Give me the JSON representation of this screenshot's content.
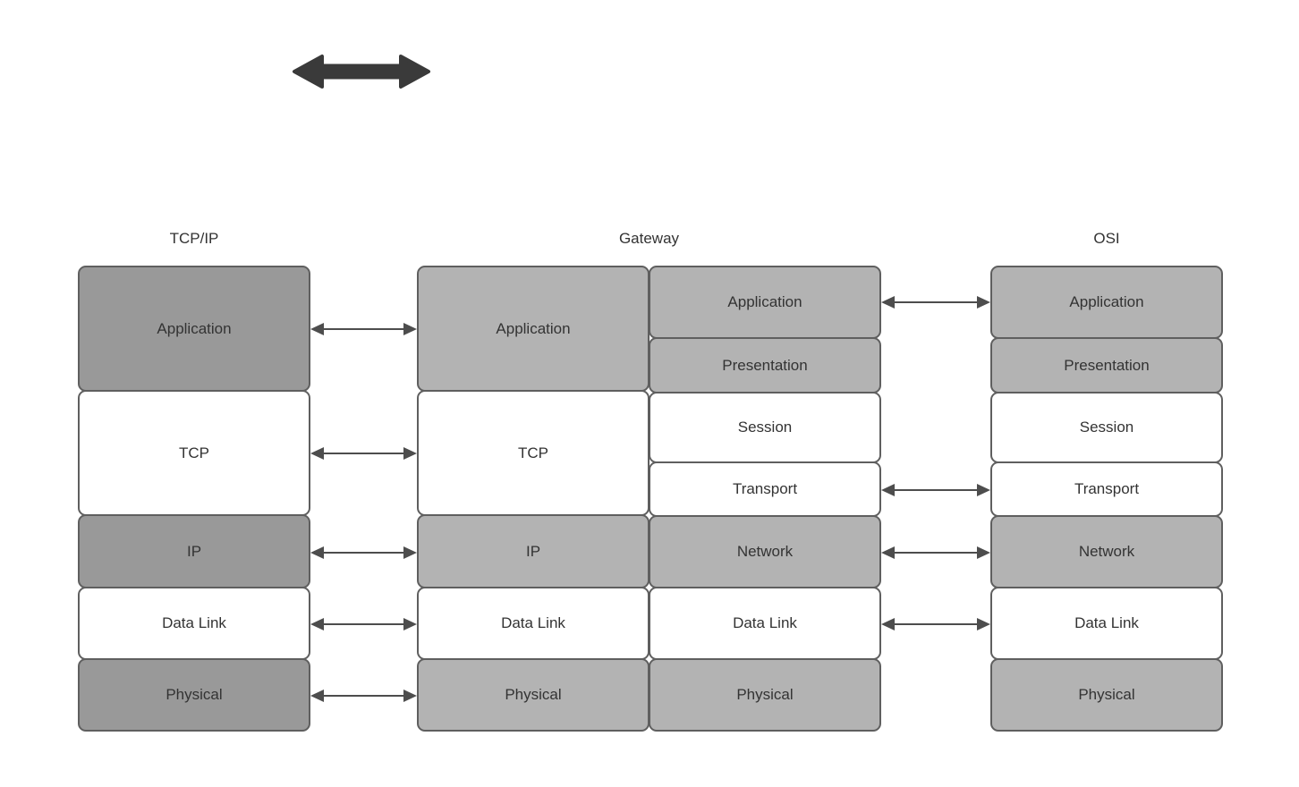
{
  "diagram": {
    "type": "network-layer-mapping",
    "palette": {
      "dark_gray_fill": "#999999",
      "light_gray_fill": "#b3b3b3",
      "white_fill": "#ffffff",
      "box_border": "#5f5f5f",
      "connector_arrow": "#4d4d4d",
      "big_arrow_fill": "#3a3a3a",
      "text": "#333333",
      "background": "#ffffff"
    },
    "shapes": {
      "big_arrow": {
        "kind": "double-headed-horizontal-arrow",
        "fill": "#3a3a3a"
      }
    }
  },
  "columns": {
    "tcpip": {
      "title": "TCP/IP",
      "cells": [
        {
          "label": "Application",
          "fill": "#999999"
        },
        {
          "label": "TCP",
          "fill": "#ffffff"
        },
        {
          "label": "IP",
          "fill": "#999999"
        },
        {
          "label": "Data Link",
          "fill": "#ffffff"
        },
        {
          "label": "Physical",
          "fill": "#999999"
        }
      ]
    },
    "gateway": {
      "title": "Gateway",
      "left_cells": [
        {
          "label": "Application",
          "fill": "#b3b3b3"
        },
        {
          "label": "TCP",
          "fill": "#ffffff"
        },
        {
          "label": "IP",
          "fill": "#b3b3b3"
        },
        {
          "label": "Data Link",
          "fill": "#ffffff"
        },
        {
          "label": "Physical",
          "fill": "#b3b3b3"
        }
      ],
      "right_cells": [
        {
          "label": "Application",
          "fill": "#b3b3b3"
        },
        {
          "label": "Presentation",
          "fill": "#b3b3b3"
        },
        {
          "label": "Session",
          "fill": "#ffffff"
        },
        {
          "label": "Transport",
          "fill": "#ffffff"
        },
        {
          "label": "Network",
          "fill": "#b3b3b3"
        },
        {
          "label": "Data Link",
          "fill": "#ffffff"
        },
        {
          "label": "Physical",
          "fill": "#b3b3b3"
        }
      ]
    },
    "osi": {
      "title": "OSI",
      "cells": [
        {
          "label": "Application",
          "fill": "#b3b3b3"
        },
        {
          "label": "Presentation",
          "fill": "#b3b3b3"
        },
        {
          "label": "Session",
          "fill": "#ffffff"
        },
        {
          "label": "Transport",
          "fill": "#ffffff"
        },
        {
          "label": "Network",
          "fill": "#b3b3b3"
        },
        {
          "label": "Data Link",
          "fill": "#ffffff"
        },
        {
          "label": "Physical",
          "fill": "#b3b3b3"
        }
      ]
    }
  },
  "connections": {
    "tcpip_to_gateway": [
      "Application",
      "TCP",
      "IP",
      "Data Link",
      "Physical"
    ],
    "gateway_to_osi": [
      "Application",
      "Transport",
      "Network",
      "Data Link"
    ]
  }
}
